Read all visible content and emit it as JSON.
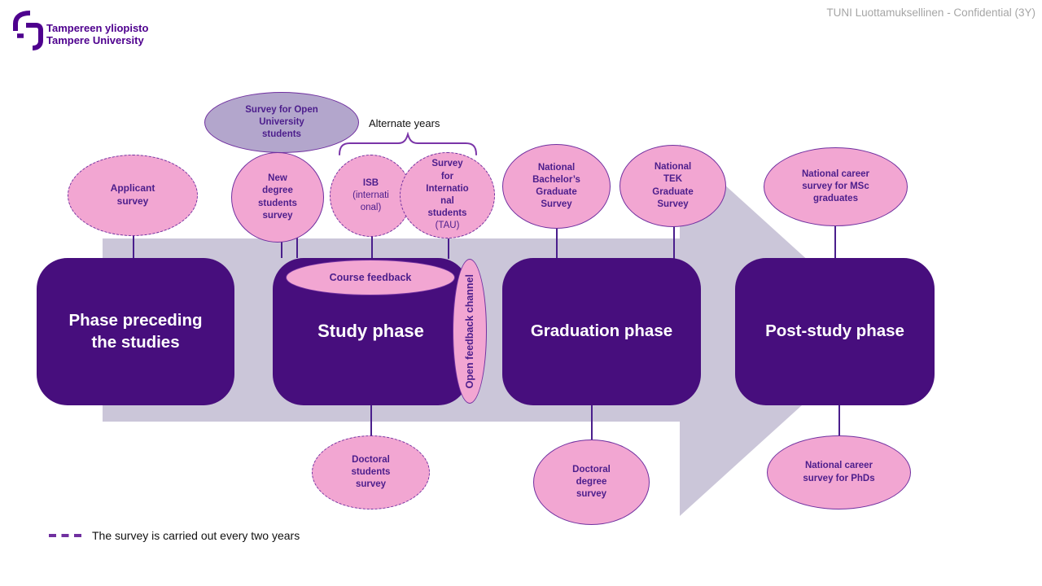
{
  "header": {
    "logo_line1": "Tampereen yliopisto",
    "logo_line2": "Tampere University",
    "confidential": "TUNI Luottamuksellinen - Confidential (3Y)"
  },
  "phases": [
    {
      "label": "Phase preceding\nthe studies"
    },
    {
      "label": "Study phase"
    },
    {
      "label": "Graduation phase"
    },
    {
      "label": "Post-study phase"
    }
  ],
  "study_phase_attachments": {
    "course_feedback": "Course feedback",
    "open_feedback_channel": "Open feedback channel"
  },
  "surveys": {
    "open_university": "Survey for Open\nUniversity\nstudents",
    "applicant": "Applicant\nsurvey",
    "new_degree": "New\ndegree\nstudents\nsurvey",
    "isb_name": "ISB",
    "isb_note": "(internati\nonal)",
    "international_students_name": "Survey\nfor\nInternatio\nnal\nstudents",
    "international_students_note": "(TAU)",
    "national_bachelors": "National\nBachelor’s\nGraduate\nSurvey",
    "national_tek": "National\nTEK\nGraduate\nSurvey",
    "career_msc": "National career\nsurvey for MSc\ngraduates",
    "doctoral_students": "Doctoral\nstudents\nsurvey",
    "doctoral_degree": "Doctoral\ndegree\nsurvey",
    "career_phd": "National career\nsurvey for PhDs"
  },
  "annotations": {
    "alternate_years": "Alternate years",
    "legend": "The survey is carried out every two years"
  },
  "colors": {
    "brand_purple": "#4E008E",
    "phase_box_purple": "#470E7D",
    "arrow_lavender": "#CBC6D9",
    "survey_pink": "#F2A6D2",
    "open_university_lavender": "#B3A6CC",
    "outline_purple": "#7030A0",
    "ellipse_text_purple": "#4C1E8C",
    "confidential_gray": "#A6A6A6"
  }
}
